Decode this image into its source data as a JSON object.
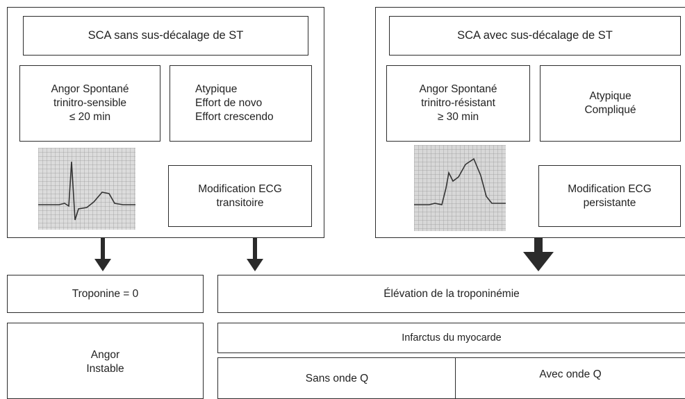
{
  "nstemi": {
    "title": "SCA sans sus-décalage de ST",
    "pain": "Angor Spontané\ntrinitro-sensible\n≤ 20 min",
    "atypical": "Atypique\nEffort de novo\nEffort crescendo",
    "ecg_change": "Modification ECG\ntransitoire"
  },
  "stemi": {
    "title": "SCA avec sus-décalage de ST",
    "pain": "Angor Spontané\ntrinitro-résistant\n≥ 30 min",
    "atypical": "Atypique\nCompliqué",
    "ecg_change": "Modification ECG\npersistante"
  },
  "outcomes": {
    "troponin_zero": "Troponine = 0",
    "troponin_elevation": "Élévation de la troponinémie",
    "unstable_angina": "Angor\nInstable",
    "infarction": "Infarctus du myocarde",
    "without_q": "Sans onde Q",
    "with_q": "Avec onde Q"
  },
  "colors": {
    "border": "#2b2b2b",
    "arrow": "#2b2b2b",
    "ecg_grid": "#9a9a9a"
  }
}
